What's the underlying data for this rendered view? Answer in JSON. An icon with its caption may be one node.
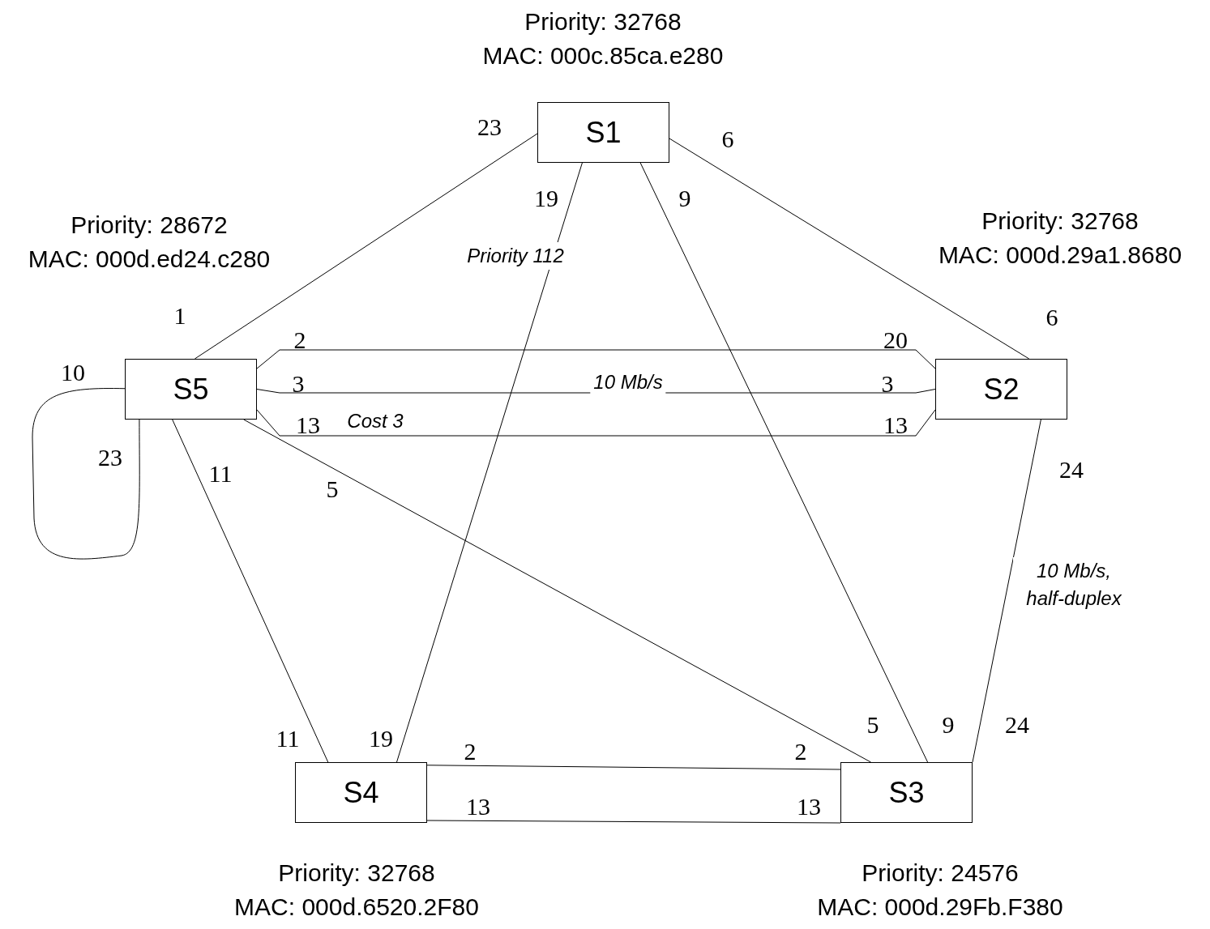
{
  "diagram": {
    "nodes": [
      {
        "text": [
          "S1"
        ],
        "beside": [
          "Priority: 32768",
          "MAC: 000c.85ca.e280"
        ]
      },
      {
        "text": [
          "S5"
        ],
        "beside": [
          "Priority: 28672",
          "MAC: 000d.ed24.c280"
        ]
      },
      {
        "text": [
          "S2"
        ],
        "beside": [
          "Priority: 32768",
          "MAC: 000d.29a1.8680"
        ]
      },
      {
        "text": [
          "S4"
        ],
        "beside": [
          "Priority: 32768",
          "MAC: 000d.6520.2F80"
        ]
      },
      {
        "text": [
          "S3"
        ],
        "beside": [
          "Priority: 24576",
          "MAC: 000d.29Fb.F380"
        ]
      }
    ],
    "edges": [
      {
        "from": 1,
        "to": 0,
        "arrow": "none"
      },
      {
        "from": 0,
        "to": 3,
        "arrow": "none",
        "label": "Priority 112"
      },
      {
        "from": 0,
        "to": 4,
        "arrow": "none"
      },
      {
        "from": 0,
        "to": 2,
        "arrow": "none"
      },
      {
        "from": 1,
        "to": 2,
        "arrow": "none"
      },
      {
        "from": 1,
        "to": 2,
        "arrow": "none",
        "label": "10 Mb/s"
      },
      {
        "from": 1,
        "to": 2,
        "arrow": "none",
        "label": "Cost 3"
      },
      {
        "from": 1,
        "to": 3,
        "arrow": "none"
      },
      {
        "from": 1,
        "to": 4,
        "arrow": "none"
      },
      {
        "from": 2,
        "to": 4,
        "arrow": "none",
        "label": "10 Mb/s, half-duplex"
      },
      {
        "from": 3,
        "to": 4,
        "arrow": "none"
      },
      {
        "from": 3,
        "to": 4,
        "arrow": "none"
      },
      {
        "from": 1,
        "to": 1,
        "arrow": "none"
      }
    ],
    "labels": [
      "23",
      "6",
      "19",
      "9",
      "1",
      "6",
      "2",
      "20",
      "10",
      "3",
      "3",
      "13",
      "13",
      "23",
      "11",
      "5",
      "24",
      "11",
      "19",
      "5",
      "9",
      "24",
      "2",
      "2",
      "13",
      "13"
    ]
  }
}
